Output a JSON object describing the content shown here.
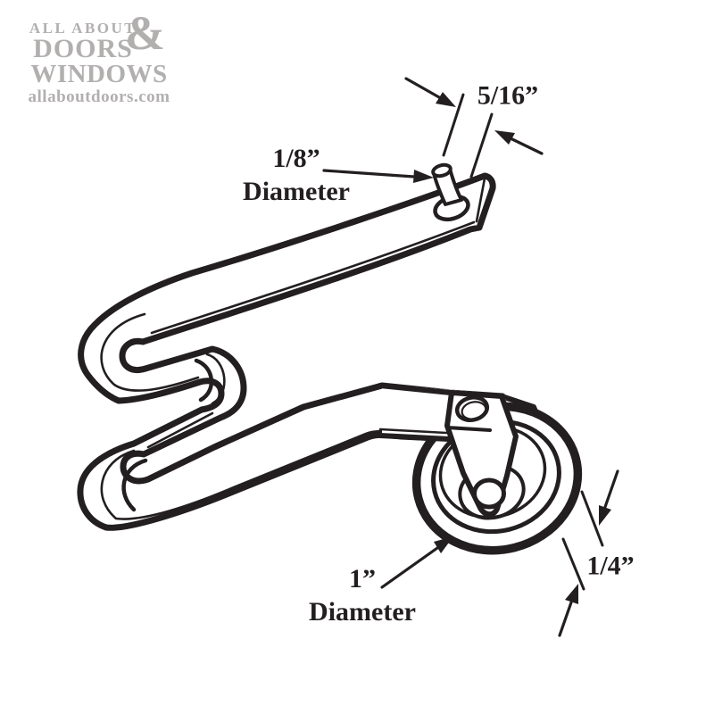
{
  "logo": {
    "line1": "ALL ABOUT",
    "ampersand": "&",
    "line2": "DOORS",
    "line3": "WINDOWS",
    "website": "allaboutdoors.com",
    "color": "#b2afaf"
  },
  "annotations": {
    "pin_offset": {
      "value": "5/16”"
    },
    "pin_diameter": {
      "value": "1/8”",
      "label": "Diameter"
    },
    "wheel_diameter": {
      "value": "1”",
      "label": "Diameter"
    },
    "wheel_thickness": {
      "value": "1/4”"
    }
  },
  "figure": {
    "name": "spring-tension-screen-door-roller",
    "ink": "#231f20"
  }
}
